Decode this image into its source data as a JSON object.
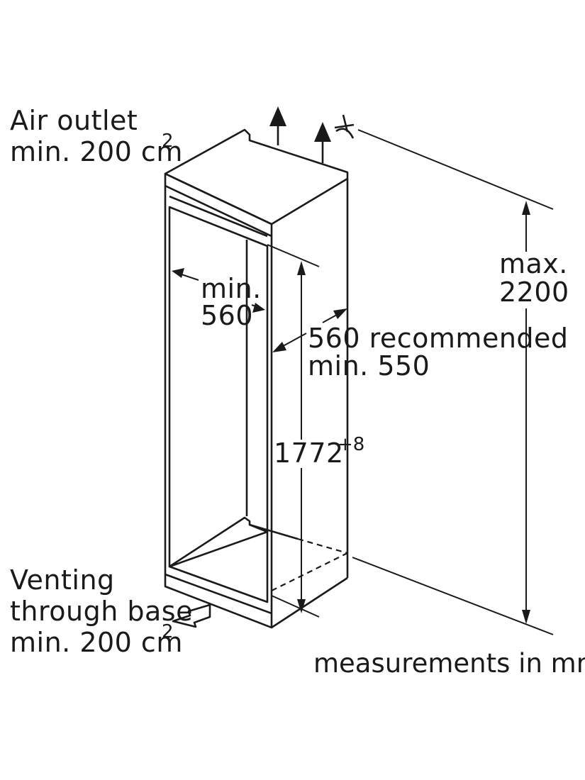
{
  "labels": {
    "air_outlet_line1": "Air outlet",
    "air_outlet_line2": "min. 200 cm",
    "air_outlet_sup": "2",
    "min_width_line1": "min.",
    "min_width_line2": "560",
    "depth_line1": "560 recommended",
    "depth_line2": "min. 550",
    "height_value": "1772",
    "height_tolerance": "+8",
    "max_height_line1": "max.",
    "max_height_line2": "2200",
    "venting_line1": "Venting",
    "venting_line2": "through base",
    "venting_line3": "min. 200 cm",
    "venting_sup": "2",
    "measurement_note": "measurements in mm"
  }
}
